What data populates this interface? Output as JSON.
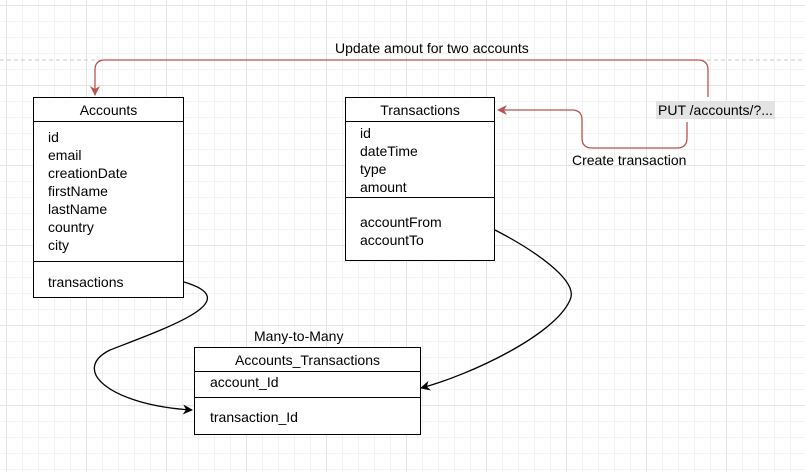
{
  "colors": {
    "connector_red": "#b85450",
    "connector_black": "#000000",
    "label_bg": "#e3e3e3"
  },
  "accounts": {
    "title": "Accounts",
    "attributes": [
      "id",
      "email",
      "creationDate",
      "firstName",
      "lastName",
      "country",
      "city"
    ],
    "relations": [
      "transactions"
    ]
  },
  "transactions": {
    "title": "Transactions",
    "attributes": [
      "id",
      "dateTime",
      "type",
      "amount"
    ],
    "relations": [
      "accountFrom",
      "accountTo"
    ]
  },
  "junction": {
    "title": "Accounts_Transactions",
    "caption": "Many-to-Many",
    "attributes": [
      "account_Id"
    ],
    "relations": [
      "transaction_Id"
    ]
  },
  "labels": {
    "update": "Update amout for two accounts",
    "put": "PUT /accounts/?...",
    "create": "Create transaction"
  }
}
